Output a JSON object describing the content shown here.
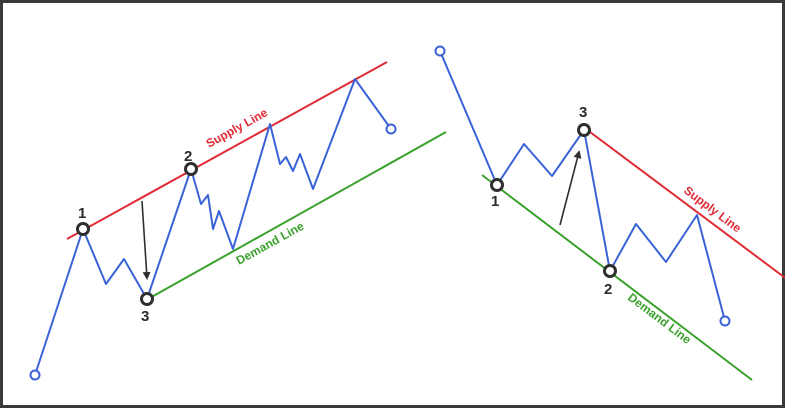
{
  "colors": {
    "supply": "#e02a34",
    "demand": "#3aa12c",
    "price": "#3a63d8",
    "pivot_outline": "#2f2f2f",
    "arrow": "#2f2f2f",
    "frame": "#3a3a3a"
  },
  "left_diagram": {
    "supply_label": "Supply Line",
    "demand_label": "Demand Line",
    "point_labels": [
      "1",
      "2",
      "3"
    ]
  },
  "right_diagram": {
    "supply_label": "Supply Line",
    "demand_label": "Demand Line",
    "point_labels": [
      "1",
      "2",
      "3"
    ]
  }
}
